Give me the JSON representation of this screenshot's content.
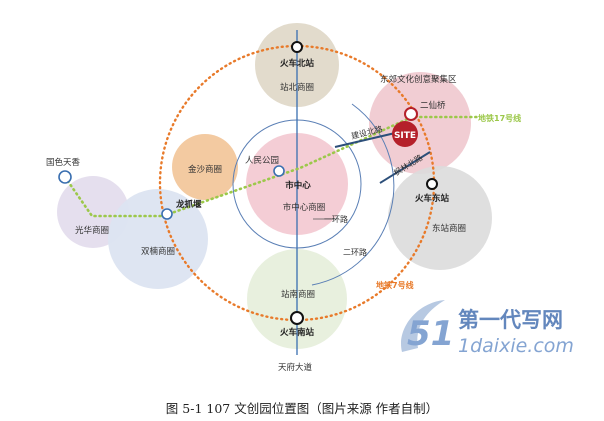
{
  "figure": {
    "caption": "图 5-1 107 文创园位置图（图片来源 作者自制）"
  },
  "labels": {
    "huochebeizhan": "火车北站",
    "zhanbei_sq": "站北商圈",
    "dongjiao": "东郊文化创意聚集区",
    "erxianqiao": "二仙桥",
    "metro17": "地铁17号线",
    "site": "SITE",
    "jianshebeilu": "建设北路",
    "fenglinbeilu": "枫林北路",
    "huochedongzhan": "火车东站",
    "dongzhan_sq": "东站商圈",
    "jinsha_sq": "金沙商圈",
    "renmin_park": "人民公园",
    "shizhongxin": "市中心",
    "shizhongxin_sq": "市中心商圈",
    "ring1": "一环路",
    "ring2": "二环路",
    "guoseтianxiang": "国色天香",
    "longzhuayan": "龙抓堰",
    "guanghua_sq": "光华商圈",
    "shuangnan_sq": "双楠商圈",
    "zhannan_sq": "站南商圈",
    "metro7": "地铁7号线",
    "huochenanzhan": "火车南站",
    "tianfu": "天府大道"
  },
  "watermark": {
    "name": "第一代写网",
    "url": "1daixie.com",
    "logo_mark": "51"
  },
  "colors": {
    "metro7": "#e87a2a",
    "metro17": "#9cc84a",
    "axis": "#3a6fb0",
    "site": "#b5202a"
  }
}
